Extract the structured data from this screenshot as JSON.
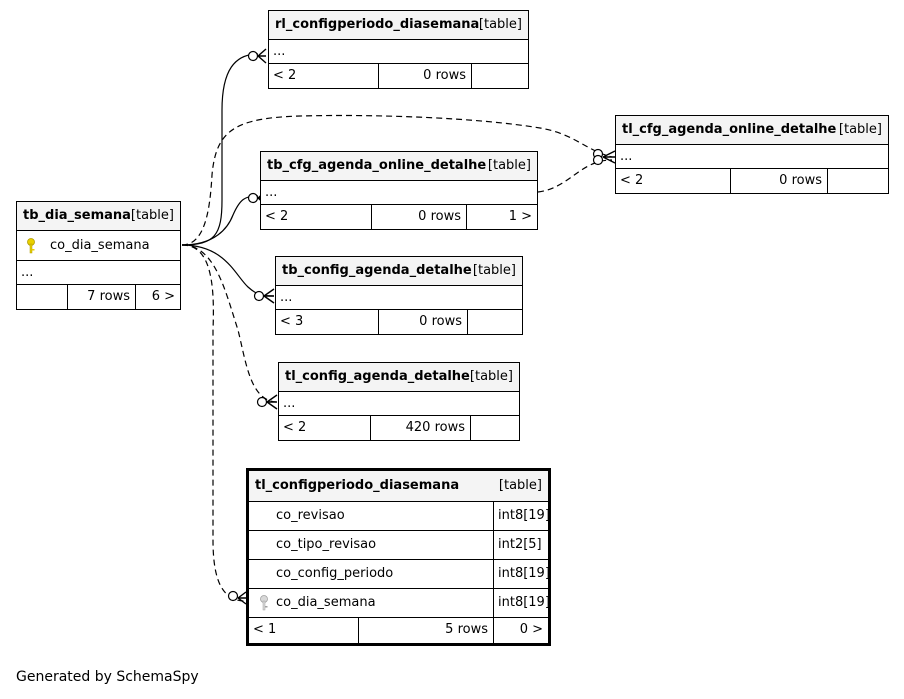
{
  "tables": {
    "tb_dia_semana": {
      "name": "tb_dia_semana",
      "type": "[table]",
      "column": "co_dia_semana",
      "more": "...",
      "left": "",
      "rows": "7 rows",
      "right": "6 >"
    },
    "rl_configperiodo_diasemana": {
      "name": "rl_configperiodo_diasemana",
      "type": "[table]",
      "more": "...",
      "left": "< 2",
      "rows": "0 rows",
      "right": ""
    },
    "tb_cfg_agenda_online_detalhe": {
      "name": "tb_cfg_agenda_online_detalhe",
      "type": "[table]",
      "more": "...",
      "left": "< 2",
      "rows": "0 rows",
      "right": "1 >"
    },
    "tl_cfg_agenda_online_detalhe": {
      "name": "tl_cfg_agenda_online_detalhe",
      "type": "[table]",
      "more": "...",
      "left": "< 2",
      "rows": "0 rows",
      "right": ""
    },
    "tb_config_agenda_detalhe": {
      "name": "tb_config_agenda_detalhe",
      "type": "[table]",
      "more": "...",
      "left": "< 3",
      "rows": "0 rows",
      "right": ""
    },
    "tl_config_agenda_detalhe": {
      "name": "tl_config_agenda_detalhe",
      "type": "[table]",
      "more": "...",
      "left": "< 2",
      "rows": "420 rows",
      "right": ""
    },
    "tl_configperiodo_diasemana": {
      "name": "tl_configperiodo_diasemana",
      "type": "[table]",
      "columns": [
        {
          "name": "co_revisao",
          "type": "int8[19]"
        },
        {
          "name": "co_tipo_revisao",
          "type": "int2[5]"
        },
        {
          "name": "co_config_periodo",
          "type": "int8[19]"
        },
        {
          "name": "co_dia_semana",
          "type": "int8[19]"
        }
      ],
      "left": "< 1",
      "rows": "5 rows",
      "right": "0 >"
    }
  },
  "colors": {
    "key_primary": "#e8d000",
    "key_foreign": "#a0a0a0",
    "header_bg": "#f4f4f4"
  },
  "footer": "Generated by SchemaSpy"
}
